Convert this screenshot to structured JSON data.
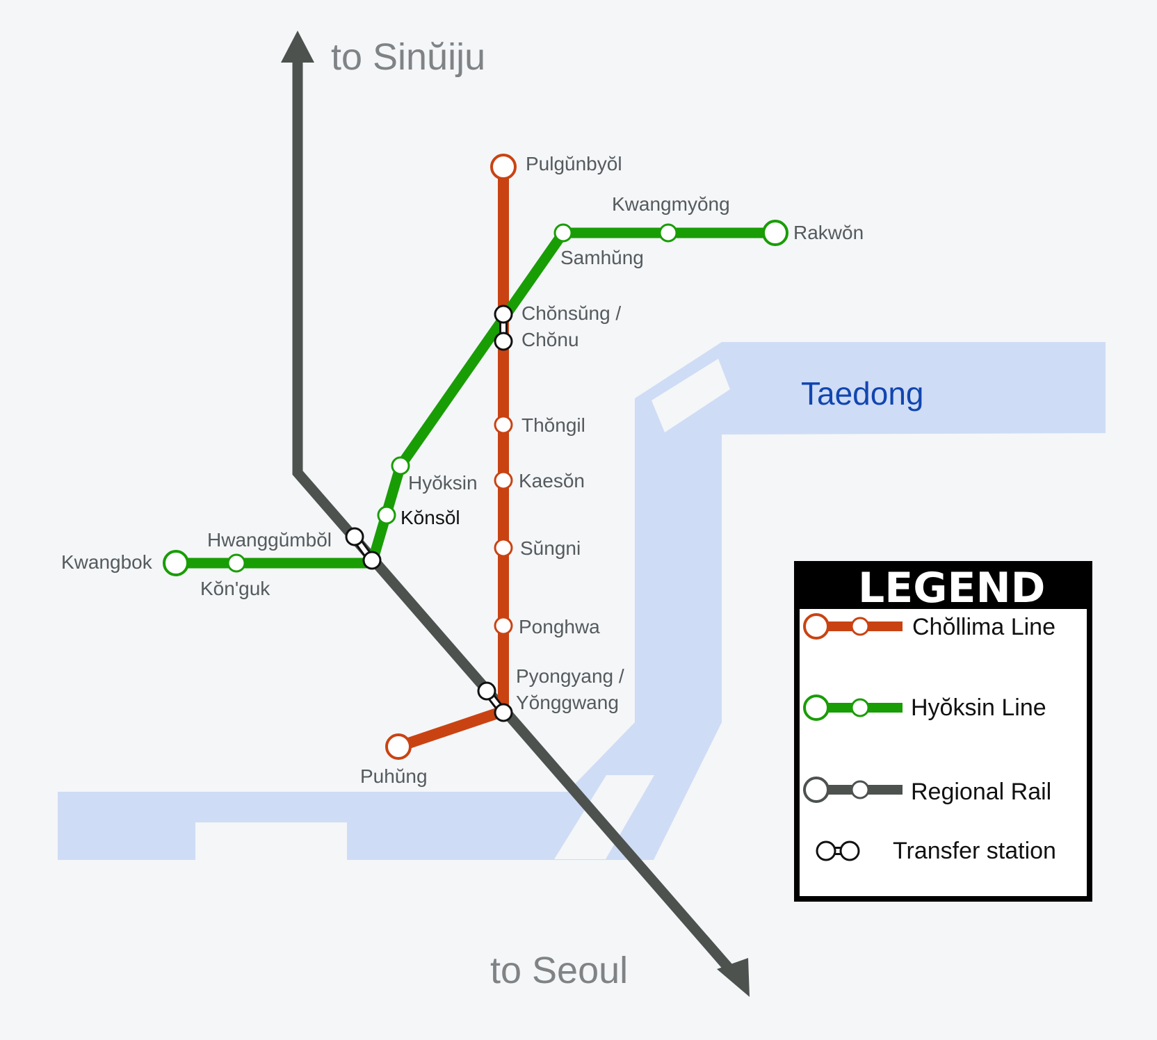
{
  "directions": {
    "north": "to Sinŭiju",
    "south": "to Seoul"
  },
  "river": {
    "name": "Taedong"
  },
  "colors": {
    "chollima": "#c94312",
    "hyoksin": "#199d05",
    "regional": "#4d524f",
    "river": "#cfdcf5",
    "background": "#f4f6f8",
    "river_label": "#1146b0"
  },
  "stations": {
    "pulgunbyol": "Pulgŭnbyŏl",
    "kwangmyong": "Kwangmyŏng",
    "rakwon": "Rakwŏn",
    "samhung": "Samhŭng",
    "chonsung": "Chŏnsŭng /",
    "chonu": "Chŏnu",
    "thongil": "Thŏngil",
    "kaeson": "Kaesŏn",
    "hyoksin": "Hyŏksin",
    "konsol": "Kŏnsŏl",
    "hwanggumbol": "Hwanggŭmbŏl",
    "kwangbok": "Kwangbok",
    "kon_guk": "Kŏn'guk",
    "sungni": "Sŭngni",
    "ponghwa": "Ponghwa",
    "pyongyang": "Pyongyang /",
    "yonggwang": "Yŏnggwang",
    "puhung": "Puhŭng"
  },
  "legend": {
    "title": "LEGEND",
    "items": {
      "chollima": "Chŏllima Line",
      "hyoksin": "Hyŏksin Line",
      "regional": "Regional Rail",
      "transfer": "Transfer station"
    }
  }
}
